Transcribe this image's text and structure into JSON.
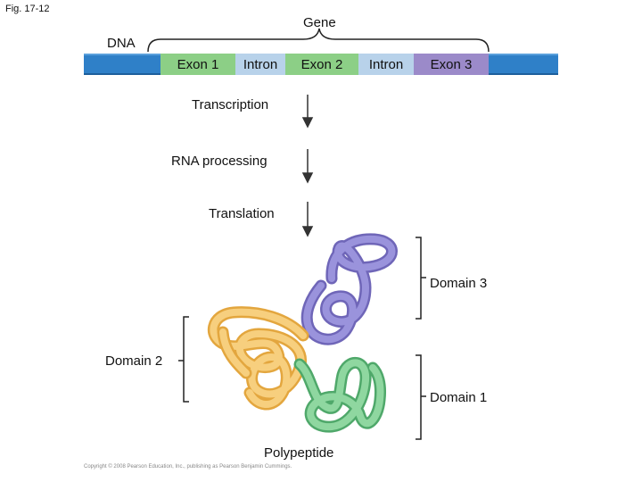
{
  "figure": {
    "label": "Fig. 17-12"
  },
  "dna": {
    "label": "DNA",
    "gene_label": "Gene",
    "segments": [
      "Exon 1",
      "Intron",
      "Exon 2",
      "Intron",
      "Exon 3"
    ]
  },
  "steps": [
    "Transcription",
    "RNA processing",
    "Translation"
  ],
  "domains": {
    "domain3": "Domain 3",
    "domain2": "Domain 2",
    "domain1": "Domain 1"
  },
  "polypeptide_label": "Polypeptide",
  "copyright": "Copyright © 2008 Pearson Education, Inc., publishing as Pearson Benjamin Cummings.",
  "colors": {
    "dna_bar": "#2f80c8",
    "exon_green": "#8ccf86",
    "intron": "#b8d2ea",
    "exon3_purple": "#9b8ac9",
    "domain3_purple": "#8a83cf",
    "domain2_yellow": "#f5c56a",
    "domain1_green": "#7cc98f"
  }
}
